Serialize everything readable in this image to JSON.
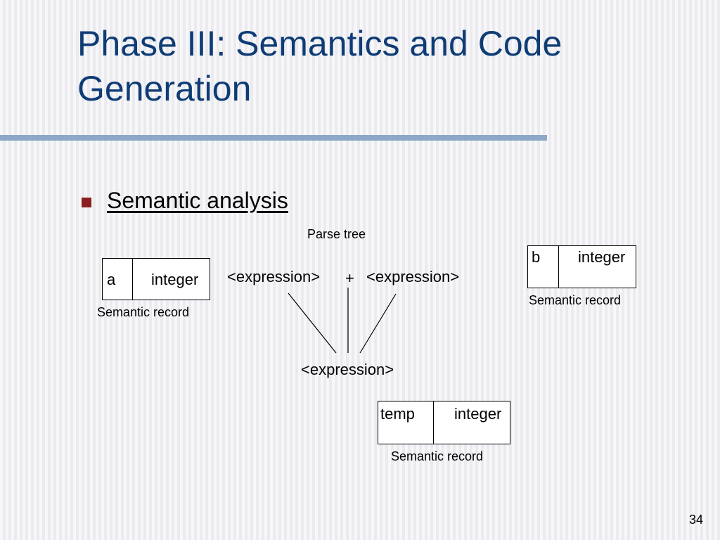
{
  "slide": {
    "title": "Phase III: Semantics and Code Generation",
    "bullet": "Semantic analysis",
    "page_number": "34"
  },
  "diagram": {
    "parse_tree_label": "Parse tree",
    "left_expression": "<expression>",
    "operator": "+",
    "right_expression": "<expression>",
    "result_expression": "<expression>",
    "records": [
      {
        "name": "a",
        "type": "integer",
        "caption": "Semantic record"
      },
      {
        "name": "b",
        "type": "integer",
        "caption": "Semantic record"
      },
      {
        "name": "temp",
        "type": "integer",
        "caption": "Semantic record"
      }
    ]
  }
}
